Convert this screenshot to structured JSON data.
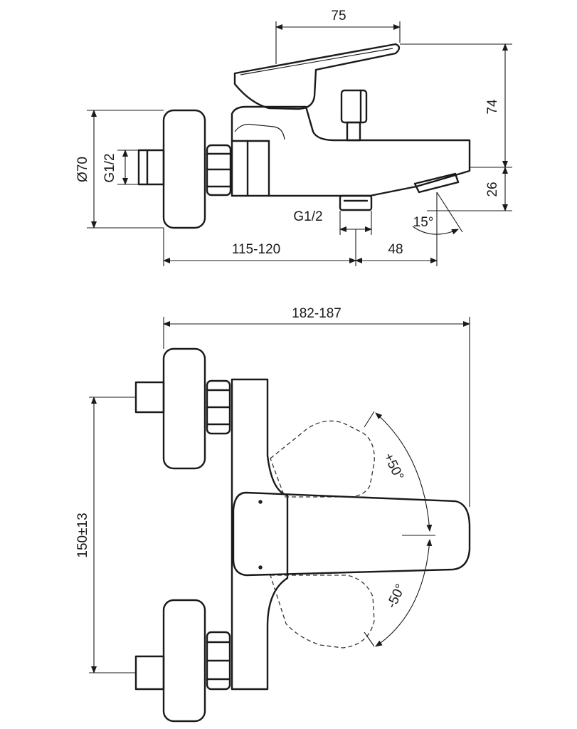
{
  "side_view": {
    "dims": {
      "spout_projection": "75",
      "lever_height": "74",
      "outlet_height": "26",
      "rosette_diameter": "Ø70",
      "inlet_thread": "G1/2",
      "outlet_thread": "G1/2",
      "wall_to_outlet": "115-120",
      "outlet_to_tip": "48",
      "outlet_angle": "15°"
    }
  },
  "front_view": {
    "dims": {
      "overall_length": "182-187",
      "inlet_spacing": "150±13",
      "lever_rotation_up": "+50°",
      "lever_rotation_down": "-50°"
    }
  }
}
